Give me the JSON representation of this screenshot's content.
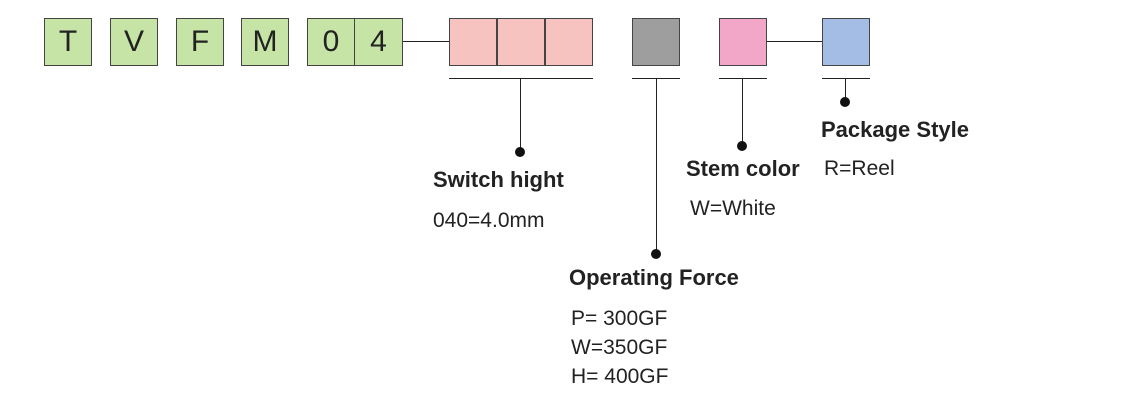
{
  "code_letters": [
    "T",
    "V",
    "F",
    "M",
    "0",
    "4"
  ],
  "colors": {
    "prefix_green": "#c6e4a6",
    "height_pink": "#f6c3c1",
    "force_gray": "#9e9e9e",
    "stem_pink": "#f2a6c8",
    "package_blue": "#a4bde4"
  },
  "fields": {
    "switch_height": {
      "title": "Switch hight",
      "values": [
        "040=4.0mm"
      ]
    },
    "operating_force": {
      "title": "Operating Force",
      "values": [
        "P= 300GF",
        "W=350GF",
        "H= 400GF"
      ]
    },
    "stem_color": {
      "title": "Stem color",
      "values": [
        "W=White"
      ]
    },
    "package_style": {
      "title": "Package Style",
      "values": [
        "R=Reel"
      ]
    }
  }
}
